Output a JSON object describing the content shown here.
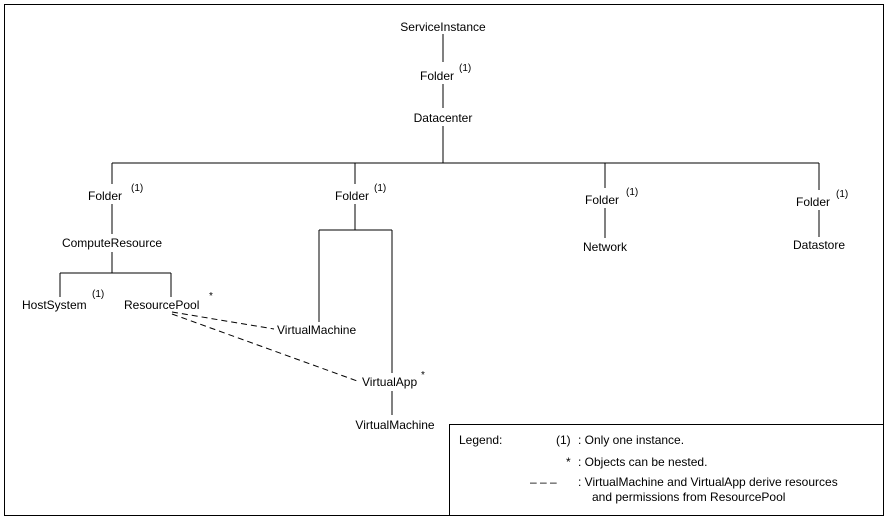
{
  "nodes": {
    "service_instance": "ServiceInstance",
    "root_folder": "Folder",
    "datacenter": "Datacenter",
    "host_folder": "Folder",
    "vm_folder": "Folder",
    "network_folder": "Folder",
    "datastore_folder": "Folder",
    "compute_resource": "ComputeResource",
    "host_system": "HostSystem",
    "resource_pool": "ResourcePool",
    "network": "Network",
    "datastore": "Datastore",
    "virtual_machine_1": "VirtualMachine",
    "virtual_app": "VirtualApp",
    "virtual_machine_2": "VirtualMachine"
  },
  "marks": {
    "one": "(1)",
    "star": "*"
  },
  "legend": {
    "title": "Legend:",
    "one_key": "(1)",
    "one_text": ": Only one instance.",
    "star_key": "*",
    "star_text": ": Objects can be nested.",
    "dash_key": "– – –",
    "dash_text_1": ": VirtualMachine and VirtualApp derive resources",
    "dash_text_2": "and permissions from ResourcePool"
  }
}
